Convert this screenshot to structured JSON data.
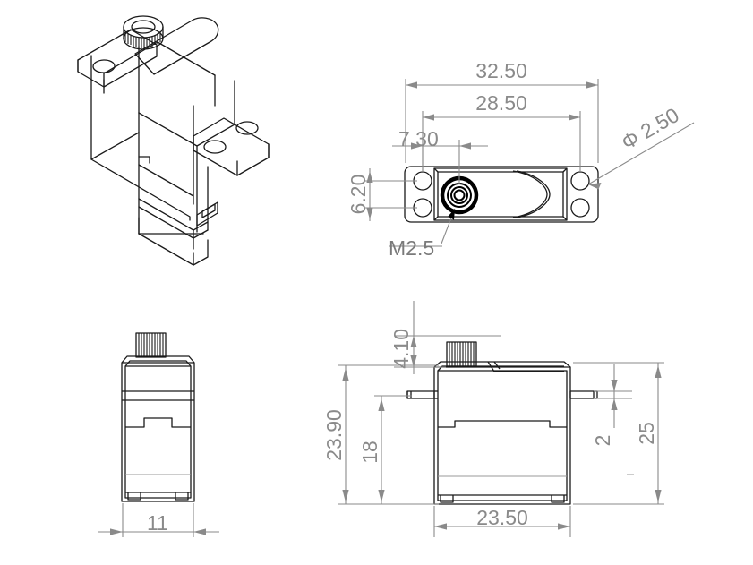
{
  "drawing": {
    "title": "Micro servo dimensional drawing",
    "units": "mm",
    "line_color": "#1a1a1a",
    "dim_color": "#8a8a8a",
    "background": "#ffffff"
  },
  "views": [
    {
      "id": "iso-view",
      "name": "isometric-view",
      "label": ""
    },
    {
      "id": "top-view",
      "name": "top-view",
      "label": ""
    },
    {
      "id": "front-view",
      "name": "front-view",
      "label": ""
    },
    {
      "id": "side-view",
      "name": "side-view",
      "label": ""
    }
  ],
  "dimensions": {
    "top_overall_length": "32.50",
    "top_hole_spacing": "28.50",
    "top_shaft_offset": "7.30",
    "top_hole_vertical": "6.20",
    "mount_hole_dia": "Φ 2.50",
    "shaft_thread": "M2.5",
    "side_shaft_height": "4.10",
    "side_overall_height": "23.90",
    "side_body_height": "18",
    "side_tab_thickness": "2",
    "side_total_height": "25",
    "side_body_width": "23.50",
    "front_body_width": "11"
  }
}
